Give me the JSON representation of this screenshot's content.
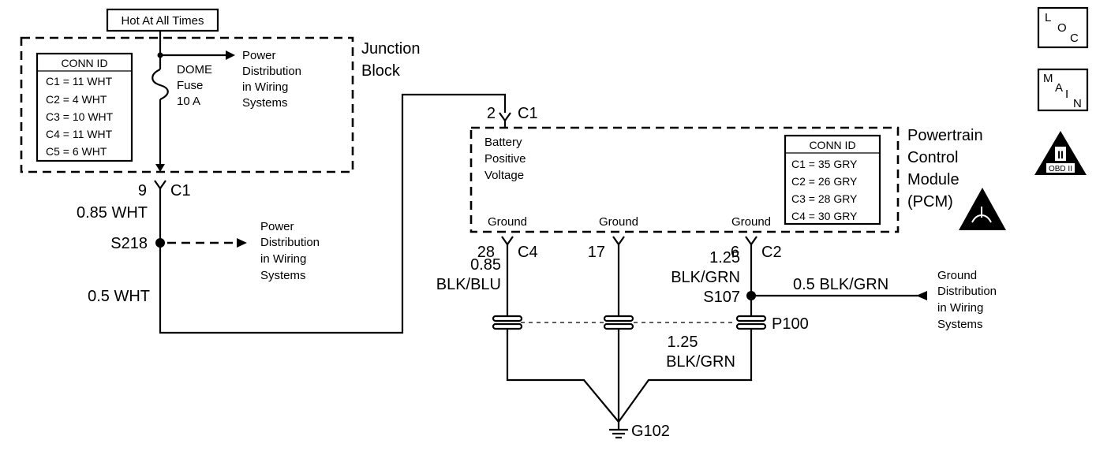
{
  "hot_label": "Hot At All Times",
  "junction_block": {
    "title_line1": "Junction",
    "title_line2": "Block",
    "conn_table": {
      "header": "CONN ID",
      "rows": [
        "C1 = 11 WHT",
        "C2 = 4 WHT",
        "C3 = 10 WHT",
        "C4 = 11 WHT",
        "C5 = 6 WHT"
      ]
    },
    "fuse_name": "DOME",
    "fuse_word": "Fuse",
    "fuse_rating": "10 A",
    "power_dist": [
      "Power",
      "Distribution",
      "in Wiring",
      "Systems"
    ]
  },
  "jb_c1": {
    "pin": "9",
    "conn": "C1"
  },
  "wire_085_wht": "0.85 WHT",
  "splice_s218": "S218",
  "s218_power_dist": [
    "Power",
    "Distribution",
    "in Wiring",
    "Systems"
  ],
  "wire_05_wht": "0.5 WHT",
  "pcm_c1": {
    "pin": "2",
    "conn": "C1"
  },
  "pcm": {
    "title": [
      "Powertrain",
      "Control",
      "Module",
      "(PCM)"
    ],
    "battery_label": [
      "Battery",
      "Positive",
      "Voltage"
    ],
    "ground_labels": [
      "Ground",
      "Ground",
      "Ground"
    ],
    "conn_table": {
      "header": "CONN ID",
      "rows": [
        "C1 = 35 GRY",
        "C2 = 26 GRY",
        "C3 = 28 GRY",
        "C4 = 30 GRY"
      ]
    }
  },
  "pin_28_c4": {
    "pin": "28",
    "conn": "C4"
  },
  "pin_17": "17",
  "pin_6_c2": {
    "pin": "6",
    "conn": "C2"
  },
  "wire_085_blkblu": [
    "0.85",
    "BLK/BLU"
  ],
  "wire_125_blkgrn_top": [
    "1.25",
    "BLK/GRN"
  ],
  "splice_s107": "S107",
  "wire_05_blkgrn": "0.5 BLK/GRN",
  "ground_dist": [
    "Ground",
    "Distribution",
    "in Wiring",
    "Systems"
  ],
  "connector_p100": "P100",
  "wire_125_blkgrn_bottom": [
    "1.25",
    "BLK/GRN"
  ],
  "ground_g102": "G102",
  "side_icons": {
    "loc_letters": [
      "L",
      "O",
      "C"
    ],
    "main_letters": [
      "M",
      "A",
      "I",
      "N"
    ],
    "obd_numeral": "II",
    "obd_text": "OBD II"
  }
}
